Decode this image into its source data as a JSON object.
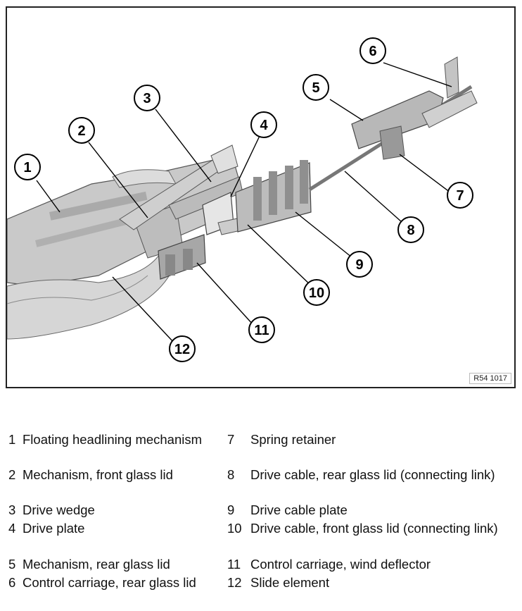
{
  "figure_ref": "R54 1017",
  "callouts": [
    "1",
    "2",
    "3",
    "4",
    "5",
    "6",
    "7",
    "8",
    "9",
    "10",
    "11",
    "12"
  ],
  "legend": [
    {
      "num": "1",
      "text": "Floating headlining mechanism"
    },
    {
      "num": "2",
      "text": "Mechanism, front glass lid"
    },
    {
      "num": "3",
      "text": "Drive wedge"
    },
    {
      "num": "4",
      "text": "Drive plate"
    },
    {
      "num": "5",
      "text": "Mechanism, rear glass lid"
    },
    {
      "num": "6",
      "text": "Control carriage, rear glass lid"
    },
    {
      "num": "7",
      "text": "Spring retainer"
    },
    {
      "num": "8",
      "text": "Drive cable, rear glass lid (connecting link)"
    },
    {
      "num": "9",
      "text": "Drive cable plate"
    },
    {
      "num": "10",
      "text": "Drive cable, front glass lid (connecting link)"
    },
    {
      "num": "11",
      "text": "Control carriage, wind deflector"
    },
    {
      "num": "12",
      "text": "Slide element"
    }
  ]
}
